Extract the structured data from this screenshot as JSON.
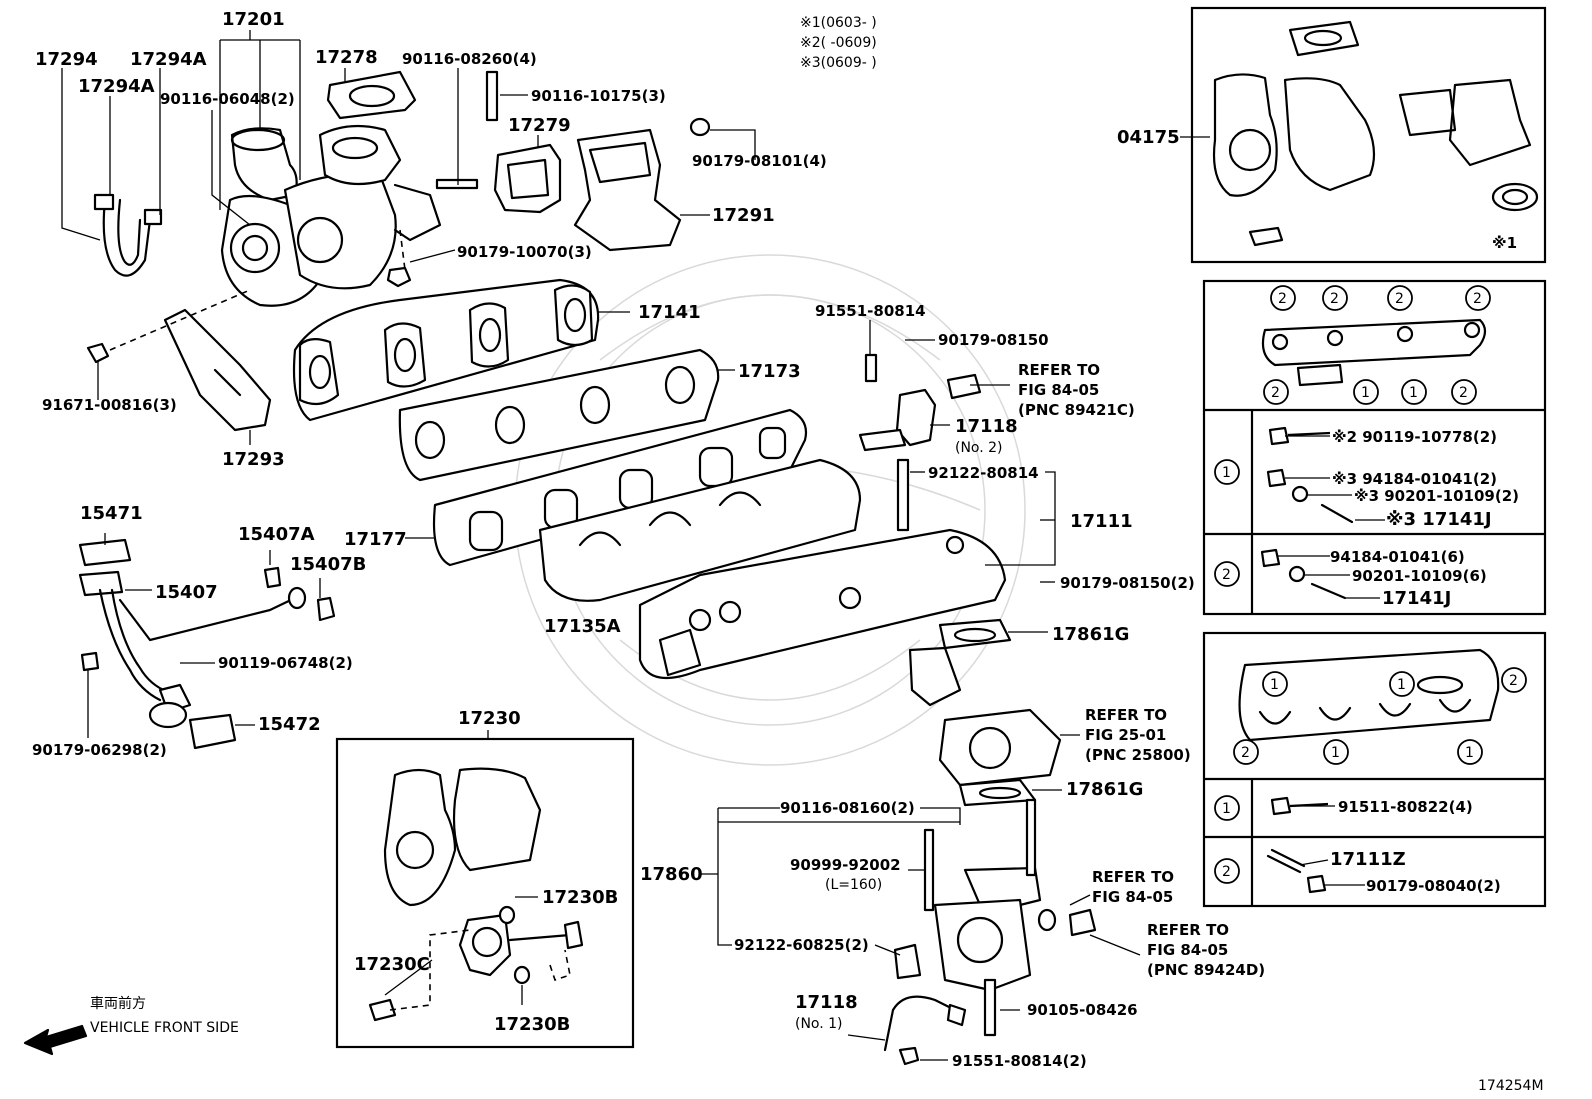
{
  "diagram": {
    "figure_code": "174254M",
    "notes": [
      "※1(0603-      )",
      "※2(      -0609)",
      "※3(0609-      )"
    ],
    "front_side": {
      "jp": "車両前方",
      "en": "VEHICLE FRONT SIDE"
    },
    "labels": {
      "p17201": "17201",
      "p17294": "17294",
      "p17294A_1": "17294A",
      "p17294A_2": "17294A",
      "p17278": "17278",
      "p90116_08260": "90116-08260(4)",
      "p90116_06048": "90116-06048(2)",
      "p90116_10175": "90116-10175(3)",
      "p17279": "17279",
      "p90179_08101": "90179-08101(4)",
      "p17291": "17291",
      "p90179_10070": "90179-10070(3)",
      "p17141": "17141",
      "p17173": "17173",
      "p91671_00816": "91671-00816(3)",
      "p17293": "17293",
      "p91551_80814_top": "91551-80814",
      "p90179_08150_top": "90179-08150",
      "refer1_a": "REFER TO",
      "refer1_b": "FIG 84-05",
      "refer1_c": "(PNC 89421C)",
      "p17118_no2": "17118",
      "p17118_no2_sub": "(No. 2)",
      "p92122_80814": "92122-80814",
      "p17111": "17111",
      "p17177": "17177",
      "p17135A": "17135A",
      "p90179_08150_2": "90179-08150(2)",
      "p17861G_1": "17861G",
      "p17861G_2": "17861G",
      "refer2_a": "REFER TO",
      "refer2_b": "FIG 25-01",
      "refer2_c": "(PNC 25800)",
      "p15471": "15471",
      "p15407A": "15407A",
      "p15407B": "15407B",
      "p15407": "15407",
      "p90119_06748": "90119-06748(2)",
      "p15472": "15472",
      "p90179_06298": "90179-06298(2)",
      "p17230": "17230",
      "p17230B_1": "17230B",
      "p17230B_2": "17230B",
      "p17230C": "17230C",
      "p90116_08160": "90116-08160(2)",
      "p17860": "17860",
      "p90999_92002": "90999-92002",
      "p90999_92002_sub": "(L=160)",
      "p92122_60825": "92122-60825(2)",
      "refer3_a": "REFER TO",
      "refer3_b": "FIG 84-05",
      "refer4_a": "REFER TO",
      "refer4_b": "FIG 84-05",
      "refer4_c": "(PNC 89424D)",
      "p17118_no1": "17118",
      "p17118_no1_sub": "(No. 1)",
      "p90105_08426": "90105-08426",
      "p91551_80814_2": "91551-80814(2)",
      "p04175": "04175",
      "note1_mark": "※1"
    },
    "panel_exhaust": {
      "marker_2": "2",
      "marker_1": "1",
      "row1_a": "※2 90119-10778(2)",
      "row1_b": "※3 94184-01041(2)",
      "row1_c": "※3 90201-10109(2)",
      "row1_d": "※3 17141J",
      "row2_a": "94184-01041(6)",
      "row2_b": "90201-10109(6)",
      "row2_c": "17141J"
    },
    "panel_intake": {
      "row1_a": "91511-80822(4)",
      "row2_a": "17111Z",
      "row2_b": "90179-08040(2)"
    }
  }
}
